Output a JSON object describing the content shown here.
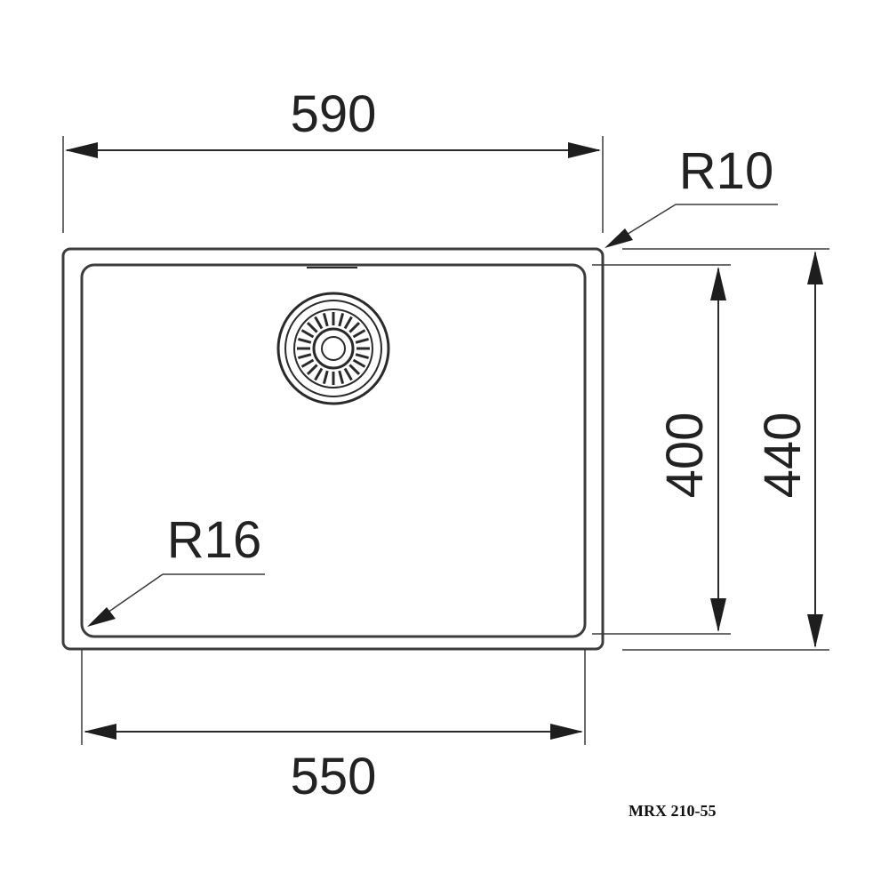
{
  "dimensions": {
    "overall_width": "590",
    "bowl_width": "550",
    "bowl_depth": "400",
    "overall_depth": "440",
    "outer_radius": "R10",
    "inner_radius": "R16"
  },
  "model": "MRX 210-55",
  "colors": {
    "line": "#2a2a2a",
    "background": "#ffffff"
  }
}
